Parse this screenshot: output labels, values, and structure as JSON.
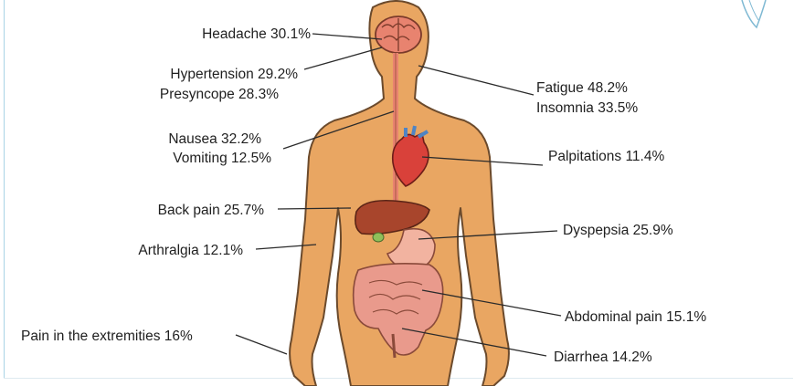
{
  "symptoms": {
    "headache": "Headache 30.1%",
    "hypertension": "Hypertension 29.2%",
    "presyncope": "Presyncope 28.3%",
    "nausea": "Nausea 32.2%",
    "vomiting": "Vomiting 12.5%",
    "back_pain": "Back pain 25.7%",
    "arthralgia": "Arthralgia 12.1%",
    "extremities": "Pain in the extremities 16%",
    "fatigue": "Fatigue 48.2%",
    "insomnia": "Insomnia 33.5%",
    "palpitations": "Palpitations 11.4%",
    "dyspepsia": "Dyspepsia 25.9%",
    "abdominal_pain": "Abdominal pain 15.1%",
    "diarrhea": "Diarrhea 14.2%"
  },
  "colors": {
    "skin": "#e9a662",
    "skin_outline": "#6b4a2c",
    "brain": "#e8836f",
    "heart": "#d9413a",
    "liver": "#a8452c",
    "intestine": "#e99a8c",
    "leader": "#2b2b2b"
  }
}
